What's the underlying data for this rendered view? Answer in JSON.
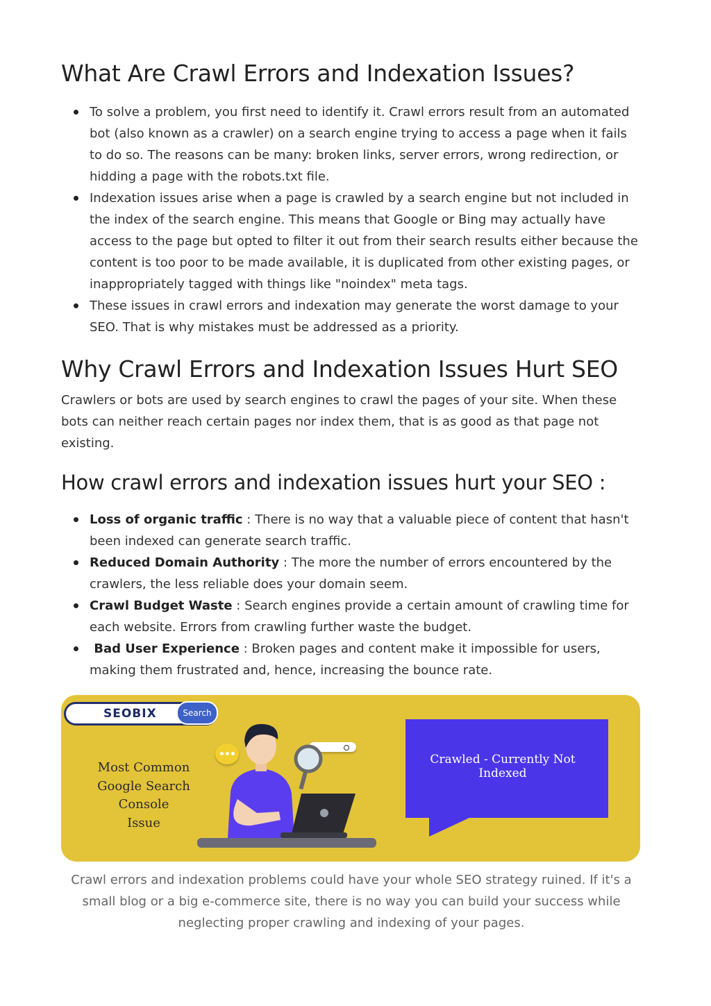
{
  "section1": {
    "title": "What Are Crawl Errors and Indexation Issues?",
    "bullets": [
      "To solve a problem, you first need to identify it. Crawl errors result from an automated bot (also known as a crawler) on a search engine trying to access a page when it fails to do so. The reasons can be many: broken links, server errors, wrong redirection, or hidding a page with the robots.txt file.",
      "Indexation issues arise when a page is crawled by a search engine but not included in the index of the search engine. This means that Google or Bing may actually have access to the page but opted to filter it out from their search results either because the content is too poor to be made available, it is duplicated from other existing pages, or inappropriately tagged with things like \"noindex\" meta tags.",
      "These issues in crawl errors and indexation may generate the worst damage to your SEO. That is why mistakes must be addressed as a priority."
    ]
  },
  "section2": {
    "title": "Why Crawl Errors and Indexation Issues Hurt SEO",
    "paragraph": "Crawlers or bots are used by search engines to crawl the pages of your site. When these bots can neither reach certain pages nor index them, that is as good as that page not existing."
  },
  "section3": {
    "title": "How crawl errors and indexation issues hurt your SEO :",
    "items": [
      {
        "term": "Loss of organic traffic",
        "text": " : There is no way that a valuable piece of content that hasn't been indexed can generate search traffic."
      },
      {
        "term": "Reduced Domain Authority",
        "text": " : The more the number of errors encountered by the crawlers, the less reliable does your domain seem."
      },
      {
        "term": "Crawl Budget Waste",
        "text": " : Search engines provide a certain amount of crawling time for each website. Errors from crawling further waste the budget."
      },
      {
        "term": " Bad User Experience",
        "text": " : Broken pages and content make it impossible for users, making them frustrated and, hence, increasing the bounce rate."
      }
    ]
  },
  "banner": {
    "logo": "SEOBIX",
    "search_label": "Search",
    "left_title_lines": [
      "Most Common",
      "Google Search Console",
      "Issue"
    ],
    "bubble_text": "Crawled - Currently Not Indexed",
    "colors": {
      "background": "#e3c439",
      "bubble": "#4a36e8",
      "logo_navy": "#1d2a66"
    }
  },
  "caption": "Crawl errors and indexation problems could have your whole SEO strategy ruined. If it's a small blog or a big e-commerce site, there is no way you can build your success while neglecting proper crawling and indexing of your pages."
}
